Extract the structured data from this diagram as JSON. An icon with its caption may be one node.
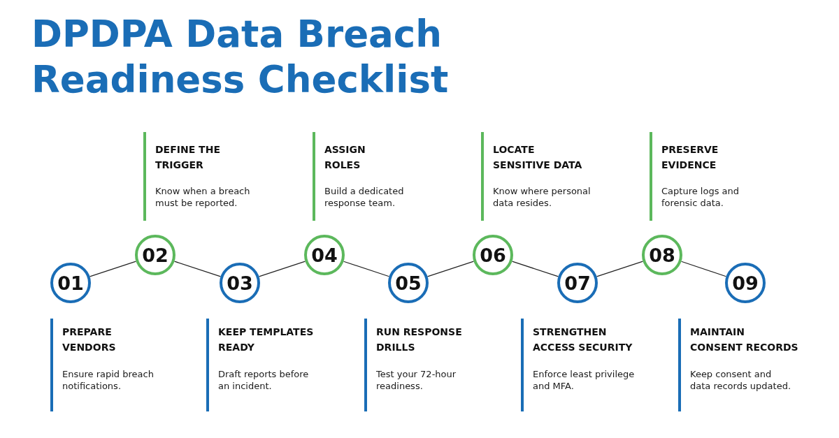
{
  "diagram": {
    "title": "DPDPA Data Breach Readiness Checklist",
    "nodes": [
      {
        "text": [
          "01"
        ],
        "beside": [
          "PREPARE VENDORS",
          "Ensure rapid breach notifications."
        ]
      },
      {
        "text": [
          "02"
        ],
        "beside": [
          "DEFINE THE TRIGGER",
          "Know when a breach must be reported."
        ]
      },
      {
        "text": [
          "03"
        ],
        "beside": [
          "KEEP TEMPLATES READY",
          "Draft reports before an incident."
        ]
      },
      {
        "text": [
          "04"
        ],
        "beside": [
          "ASSIGN ROLES",
          "Build a dedicated response team."
        ]
      },
      {
        "text": [
          "05"
        ],
        "beside": [
          "RUN RESPONSE DRILLS",
          "Test your 72-hour readiness."
        ]
      },
      {
        "text": [
          "06"
        ],
        "beside": [
          "LOCATE SENSITIVE DATA",
          "Know where personal data resides."
        ]
      },
      {
        "text": [
          "07"
        ],
        "beside": [
          "STRENGTHEN ACCESS SECURITY",
          "Enforce least privilege and MFA."
        ]
      },
      {
        "text": [
          "08"
        ],
        "beside": [
          "PRESERVE EVIDENCE",
          "Capture logs and forensic data."
        ]
      },
      {
        "text": [
          "09"
        ],
        "beside": [
          "MAINTAIN CONSENT RECORDS",
          "Keep consent and data records updated."
        ]
      }
    ],
    "edges": [
      {
        "from": 0,
        "to": 1,
        "arrow": "none"
      },
      {
        "from": 1,
        "to": 2,
        "arrow": "none"
      },
      {
        "from": 2,
        "to": 3,
        "arrow": "none"
      },
      {
        "from": 3,
        "to": 4,
        "arrow": "none"
      },
      {
        "from": 4,
        "to": 5,
        "arrow": "none"
      },
      {
        "from": 5,
        "to": 6,
        "arrow": "none"
      },
      {
        "from": 6,
        "to": 7,
        "arrow": "none"
      },
      {
        "from": 7,
        "to": 8,
        "arrow": "none"
      }
    ]
  }
}
